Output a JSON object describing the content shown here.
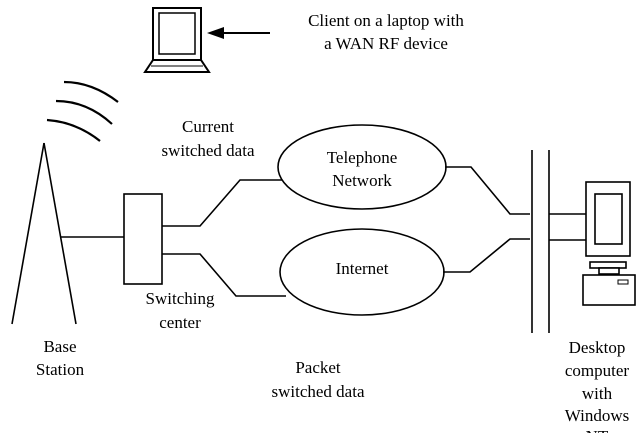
{
  "diagram": {
    "labels": {
      "client_line1": "Client on a laptop with",
      "client_line2": "a WAN RF device",
      "current_line1": "Current",
      "current_line2": "switched data",
      "telephone_line1": "Telephone",
      "telephone_line2": "Network",
      "internet": "Internet",
      "switching_line1": "Switching",
      "switching_line2": "center",
      "base_line1": "Base",
      "base_line2": "Station",
      "packet_line1": "Packet",
      "packet_line2": "switched data",
      "desktop_line1": "Desktop",
      "desktop_line2": "computer",
      "desktop_line3": "with",
      "desktop_line4": "Windows",
      "desktop_line5": "NT"
    },
    "icons": {
      "laptop": "laptop-icon",
      "arrow": "arrow-left-icon",
      "tower": "antenna-tower-icon",
      "waves": "rf-waves-icon",
      "desktop": "desktop-computer-icon"
    },
    "colors": {
      "stroke": "#000000",
      "background": "#ffffff"
    }
  }
}
